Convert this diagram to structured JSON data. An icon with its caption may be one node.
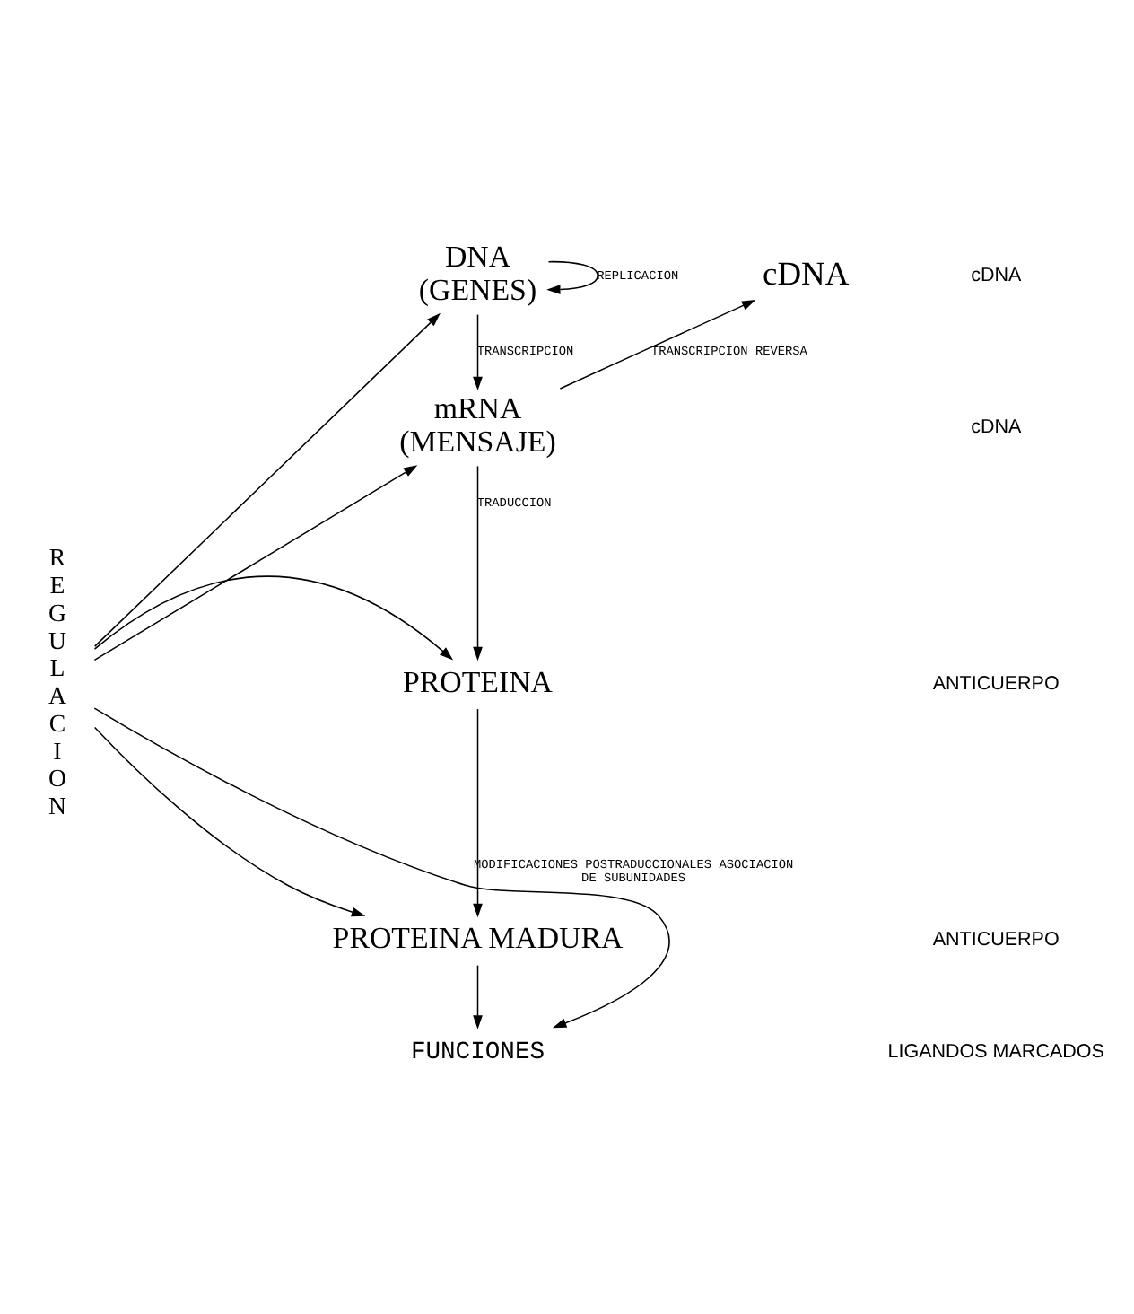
{
  "diagram": {
    "nodes": [
      {
        "text": [
          "DNA",
          "(GENES)"
        ]
      },
      {
        "text": [
          "cDNA"
        ]
      },
      {
        "text": [
          "mRNA",
          "(MENSAJE)"
        ]
      },
      {
        "text": [
          "PROTEINA"
        ]
      },
      {
        "text": [
          "PROTEINA MADURA"
        ]
      },
      {
        "text": [
          "FUNCIONES"
        ]
      },
      {
        "text": [
          "REGULACION"
        ]
      }
    ],
    "edges": [
      {
        "from": 0,
        "to": 0,
        "arrow": "to",
        "label": "REPLICACION"
      },
      {
        "from": 0,
        "to": 2,
        "arrow": "to",
        "label": "TRANSCRIPCION"
      },
      {
        "from": 2,
        "to": 1,
        "arrow": "to",
        "label": "TRANSCRIPCION REVERSA"
      },
      {
        "from": 2,
        "to": 3,
        "arrow": "to",
        "label": "TRADUCCION"
      },
      {
        "from": 3,
        "to": 4,
        "arrow": "to",
        "label": "MODIFICACIONES POSTRADUCCIONALES ASOCIACION DE SUBUNIDADES"
      },
      {
        "from": 4,
        "to": 5,
        "arrow": "to"
      },
      {
        "from": 6,
        "to": 0,
        "arrow": "to"
      },
      {
        "from": 6,
        "to": 2,
        "arrow": "to"
      },
      {
        "from": 6,
        "to": 3,
        "arrow": "to"
      },
      {
        "from": 6,
        "to": 4,
        "arrow": "to"
      },
      {
        "from": 6,
        "to": 5,
        "arrow": "to"
      }
    ],
    "labels": [
      "cDNA",
      "cDNA",
      "ANTICUERPO",
      "ANTICUERPO",
      "LIGANDOS MARCADOS"
    ]
  }
}
